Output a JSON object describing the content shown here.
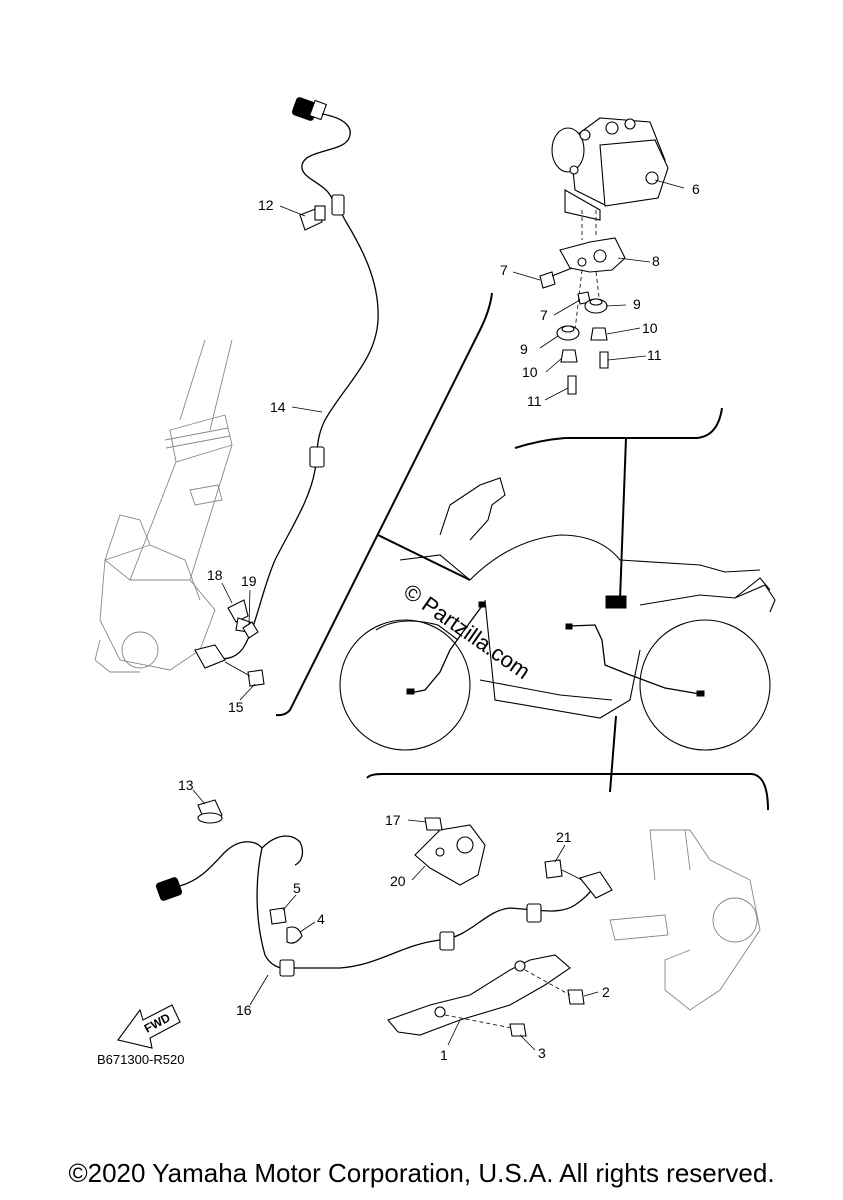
{
  "callouts": [
    "1",
    "2",
    "3",
    "4",
    "5",
    "6",
    "7",
    "7",
    "8",
    "9",
    "9",
    "10",
    "10",
    "11",
    "11",
    "12",
    "13",
    "14",
    "15",
    "16",
    "17",
    "18",
    "19",
    "20",
    "21"
  ],
  "fwd_label": "FWD",
  "diagram_code": "B671300-R520",
  "watermark": "© Partzilla.com",
  "copyright": "©2020 Yamaha Motor Corporation, U.S.A. All rights reserved."
}
